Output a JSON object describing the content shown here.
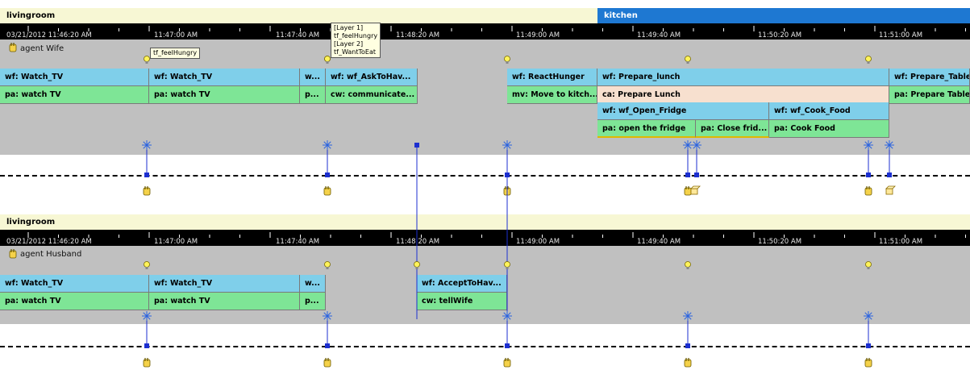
{
  "locations": {
    "top_left": "livingroom",
    "top_right": "kitchen",
    "bottom_left": "livingroom"
  },
  "time_labels": [
    "03/21/2012 11:46:20 AM",
    "11:47:00 AM",
    "11:47:40 AM",
    "11:48:20 AM",
    "11:49:00 AM",
    "11:49:40 AM",
    "11:50:20 AM",
    "11:51:00 AM"
  ],
  "agents": {
    "wife": {
      "name": "agent Wife",
      "row1": [
        "wf: Watch_TV",
        "wf: Watch_TV",
        "w...",
        "wf: wf_AskToHav...",
        "wf: ReactHunger",
        "wf: Prepare_lunch",
        "wf: Prepare_Table"
      ],
      "row2": [
        "pa: watch TV",
        "pa: watch TV",
        "p...",
        "cw: communicate...",
        "mv: Move to kitch...",
        "ca: Prepare Lunch",
        "pa: Prepare Table"
      ],
      "row3": [
        "wf: wf_Open_Fridge",
        "wf: wf_Cook_Food"
      ],
      "row4": [
        "pa: open the fridge",
        "pa: Close frid...",
        "pa: Cook Food"
      ]
    },
    "husband": {
      "name": "agent Husband",
      "row1": [
        "wf: Watch_TV",
        "wf: Watch_TV",
        "w...",
        "wf: AcceptToHav..."
      ],
      "row2": [
        "pa: watch TV",
        "pa: watch TV",
        "p...",
        "cw: tellWife"
      ]
    }
  },
  "tooltip_small": "tf_feelHungry",
  "tooltip_large": [
    "[Layer 1]",
    "tf_feelHungry",
    "[Layer 2]",
    "tf_WantToEat"
  ],
  "colors": {
    "location_bar": "#f7f7d4",
    "kitchen_bar": "#1e78d2",
    "ruler": "#000000",
    "lane_bg": "#c0c0c0",
    "wf_block": "#7fcfea",
    "pa_block": "#7ee596",
    "ca_block": "#f7e0cf",
    "event_blue": "#1c2fd0"
  },
  "icons": [
    "hand-icon",
    "lightbulb-icon",
    "sparkle-icon",
    "box-icon"
  ]
}
